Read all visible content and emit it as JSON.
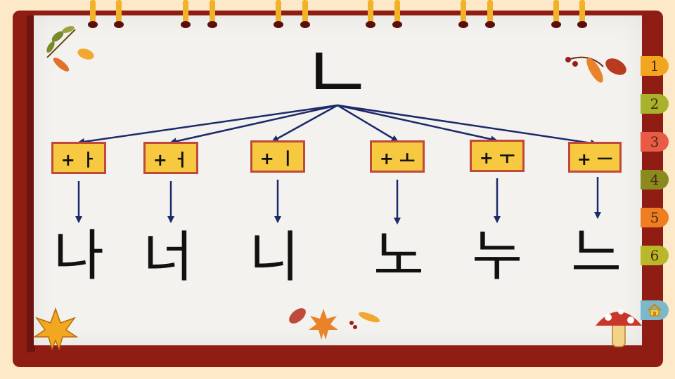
{
  "diagram": {
    "root": "ㄴ",
    "vowels": [
      {
        "label": "+ ㅏ",
        "result": "나"
      },
      {
        "label": "+ ㅓ",
        "result": "너"
      },
      {
        "label": "+ ㅣ",
        "result": "니"
      },
      {
        "label": "+ ㅗ",
        "result": "노"
      },
      {
        "label": "+ ㅜ",
        "result": "누"
      },
      {
        "label": "+ ㅡ",
        "result": "느"
      }
    ]
  },
  "side_tabs": [
    {
      "label": "1",
      "color": "#f2a51e"
    },
    {
      "label": "2",
      "color": "#a8b22c"
    },
    {
      "label": "3",
      "color": "#e85b47"
    },
    {
      "label": "4",
      "color": "#8a8a1e"
    },
    {
      "label": "5",
      "color": "#ef7d22"
    },
    {
      "label": "6",
      "color": "#b8b82a"
    }
  ],
  "home_icon": "home-icon",
  "colors": {
    "frame": "#8f1d14",
    "box_fill": "#f7c940",
    "box_border": "#c0493a",
    "arrow": "#1b2a6b"
  }
}
